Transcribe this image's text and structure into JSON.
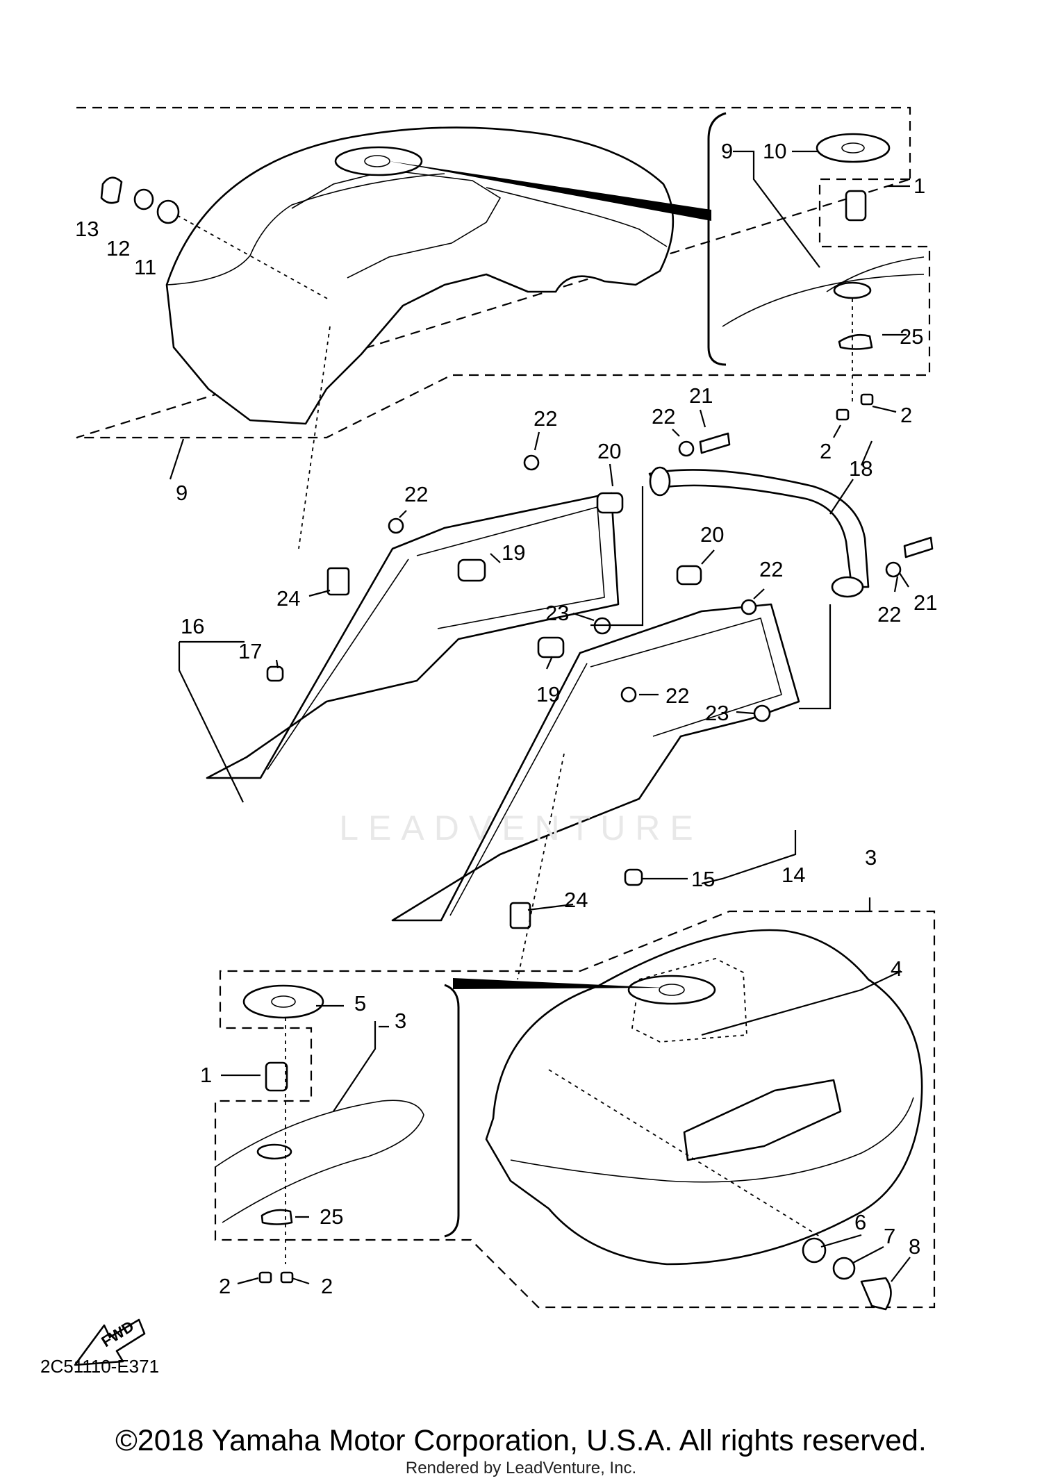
{
  "diagram": {
    "code": "2C51110-E371",
    "copyright": "©2018 Yamaha Motor Corporation, U.S.A. All rights reserved.",
    "rendered_by": "Rendered by LeadVenture, Inc.",
    "watermark": "LEADVENTURE",
    "fwd_label": "FWD"
  },
  "callouts": {
    "c1a": "1",
    "c1b": "1",
    "c2a": "2",
    "c2b": "2",
    "c2c": "2",
    "c2d": "2",
    "c3a": "3",
    "c3b": "3",
    "c4": "4",
    "c5": "5",
    "c6": "6",
    "c7": "7",
    "c8": "8",
    "c9a": "9",
    "c9b": "9",
    "c10": "10",
    "c11": "11",
    "c12": "12",
    "c13": "13",
    "c14": "14",
    "c15": "15",
    "c16": "16",
    "c17": "17",
    "c18": "18",
    "c19a": "19",
    "c19b": "19",
    "c20a": "20",
    "c20b": "20",
    "c21a": "21",
    "c21b": "21",
    "c22a": "22",
    "c22b": "22",
    "c22c": "22",
    "c22d": "22",
    "c22e": "22",
    "c23a": "23",
    "c23b": "23",
    "c24a": "24",
    "c24b": "24",
    "c25a": "25",
    "c25b": "25"
  }
}
